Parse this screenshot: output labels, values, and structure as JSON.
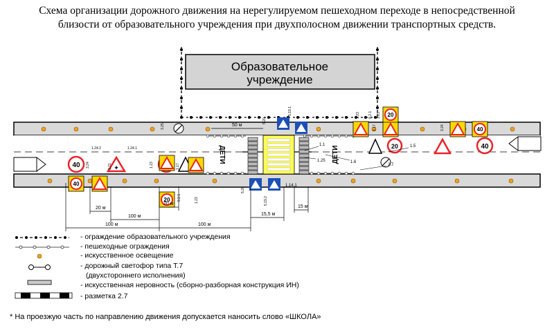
{
  "title": {
    "line1": "Схема организации дорожного движения на нерегулируемом пешеходном переходе в непосредственной",
    "line2": "близости от образовательного учреждения при двухполосном движении транспортных средств."
  },
  "building": {
    "line1": "Образовательное",
    "line2": "учреждение"
  },
  "road_words": {
    "deti_left": "ДЕТИ",
    "deti_right": "ДЕТИ"
  },
  "sign_values": {
    "speed40": "40",
    "speed20": "20"
  },
  "dimensions": {
    "d50": "50 м",
    "d20a": "20 м",
    "d20b": "20 м",
    "d100a": "100 м",
    "d100b": "100 м",
    "d100c": "100 м",
    "d55": "15,5 м",
    "d15": "15 м"
  },
  "sign_codes": {
    "c1": "1.24.2",
    "c2": "1.24.1",
    "c3": "3.25",
    "c4": "1.23",
    "c5": "3.24",
    "c6": "5.19.1",
    "c7": "5.19.2",
    "c8": "1.23",
    "c9": "8.2.1",
    "c10": "1.17",
    "c11": "1.23",
    "c12": "3.24",
    "c13": "5.20",
    "c14": "5.20",
    "c15": "1.23",
    "c16": "1.17",
    "c17": "8.2.1",
    "c18": "1.21"
  },
  "marking_codes": {
    "m1": "1.1",
    "m2": "1.25",
    "m3": "1.6",
    "m4": "1.5",
    "m5": "2.7",
    "m6": "1.14.1"
  },
  "legend": {
    "school_fence": "- ограждение образовательного учреждения",
    "ped_fence": "- пешеходные ограждения",
    "lighting": "- искусственное освещение",
    "traffic_light_1": "- дорожный светофор типа Т.7",
    "traffic_light_2": "(двухстороннего исполнения)",
    "bump": "- искусственная неровность (сборно-разборная конструкция ИН)",
    "marking": "- разметка 2.7"
  },
  "footnote": "* На проезжую часть по направлению движения допускается наносить слово «ШКОЛА»",
  "colors": {
    "sidewalk": "#d9d9d9",
    "road": "#ffffff",
    "building": "#d4d4d4",
    "crosswalk": "#ffff55",
    "sign_red": "#e8232a",
    "sign_blue": "#1d4fb8",
    "sign_yellow": "#ffd800",
    "lamp": "#f0a020"
  }
}
